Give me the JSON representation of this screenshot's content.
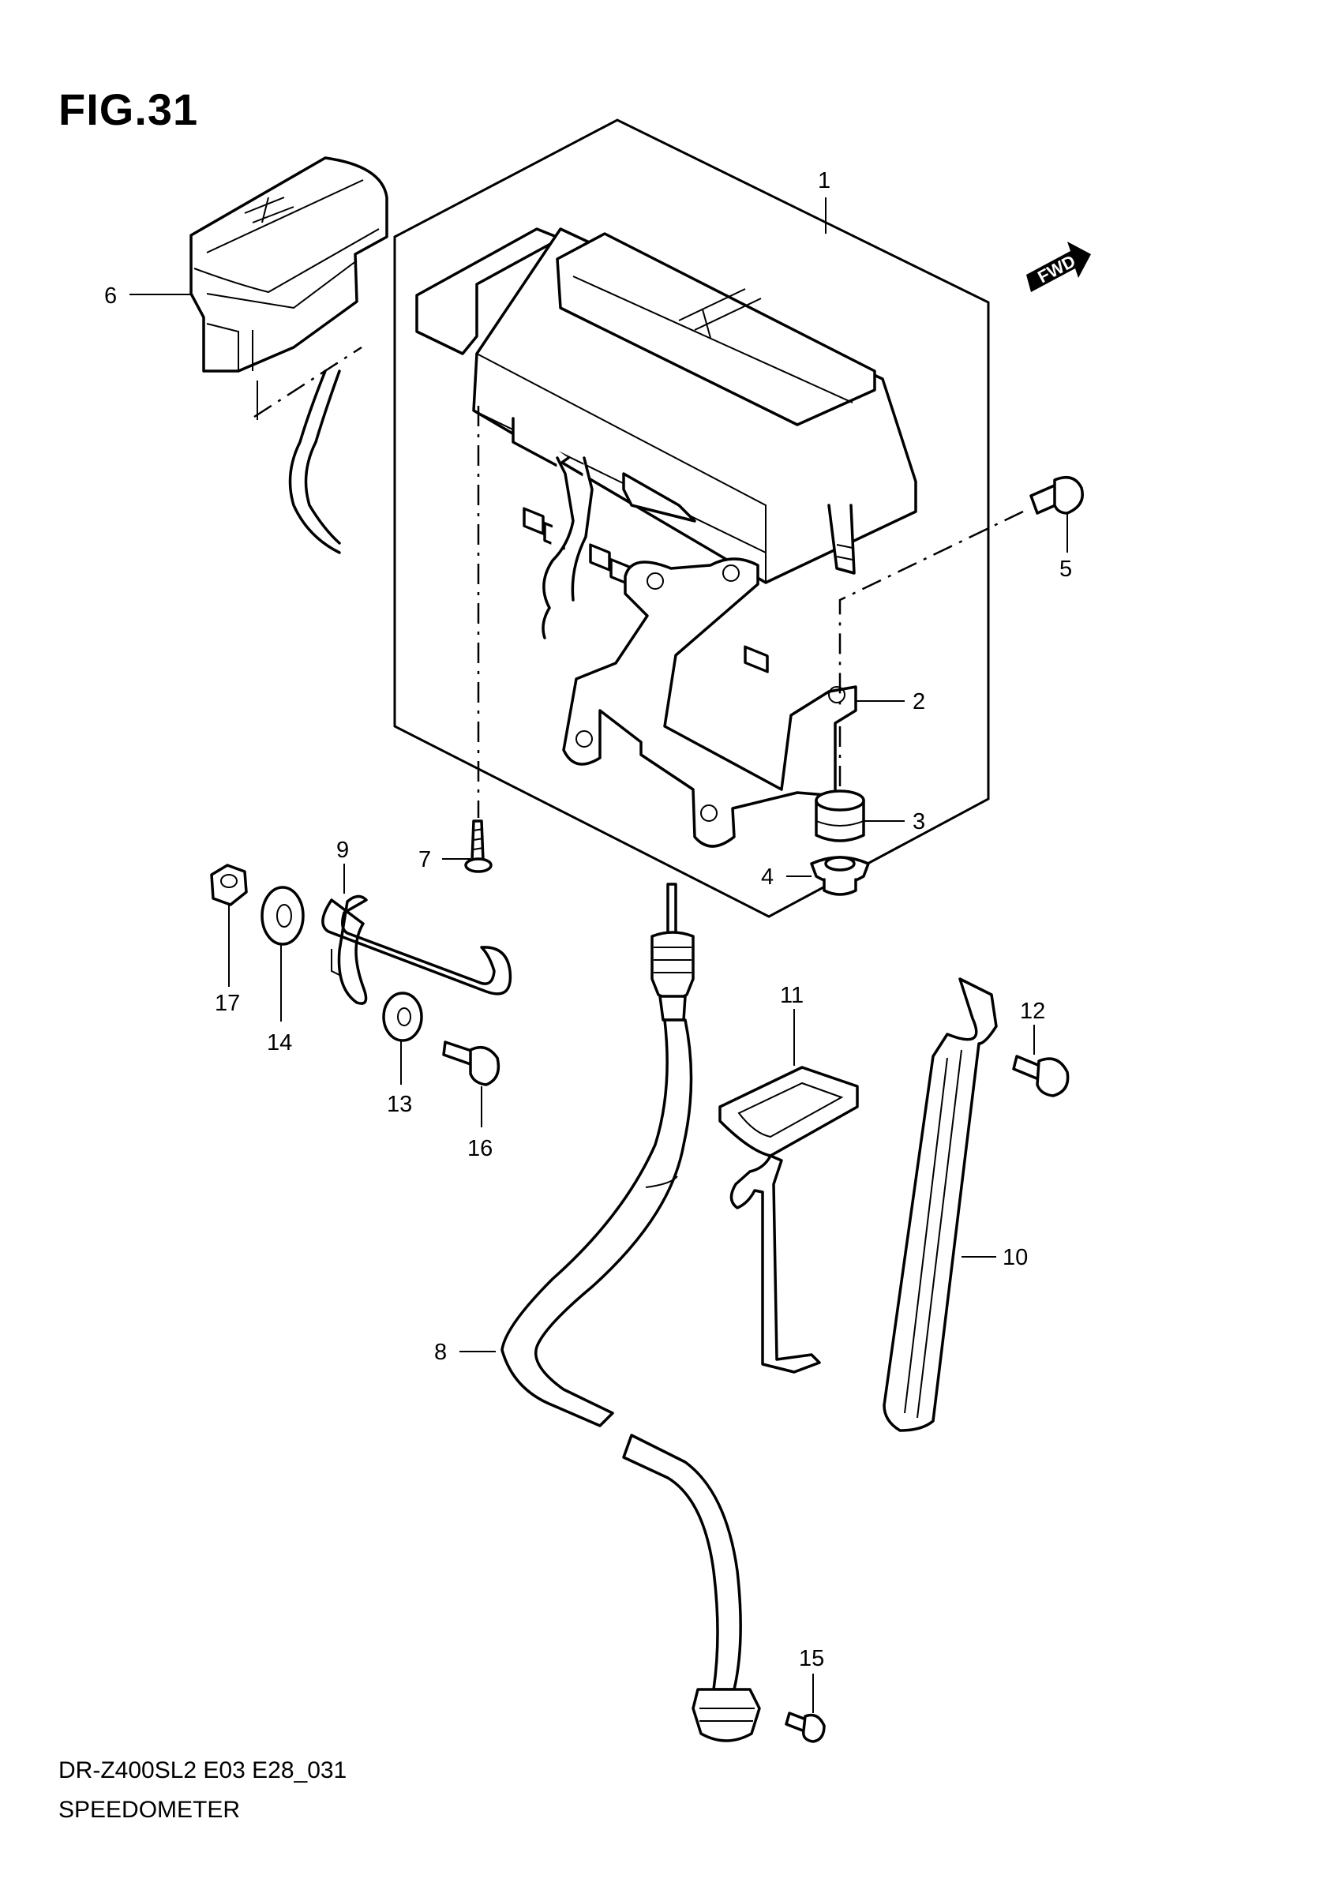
{
  "figure": {
    "title": "FIG.31",
    "model_code": "DR-Z400SL2 E03 E28_031",
    "name": "SPEEDOMETER",
    "fwd_label": "FWD"
  },
  "callouts": [
    "1",
    "2",
    "3",
    "4",
    "5",
    "6",
    "7",
    "8",
    "9",
    "10",
    "11",
    "12",
    "13",
    "14",
    "15",
    "16",
    "17"
  ]
}
